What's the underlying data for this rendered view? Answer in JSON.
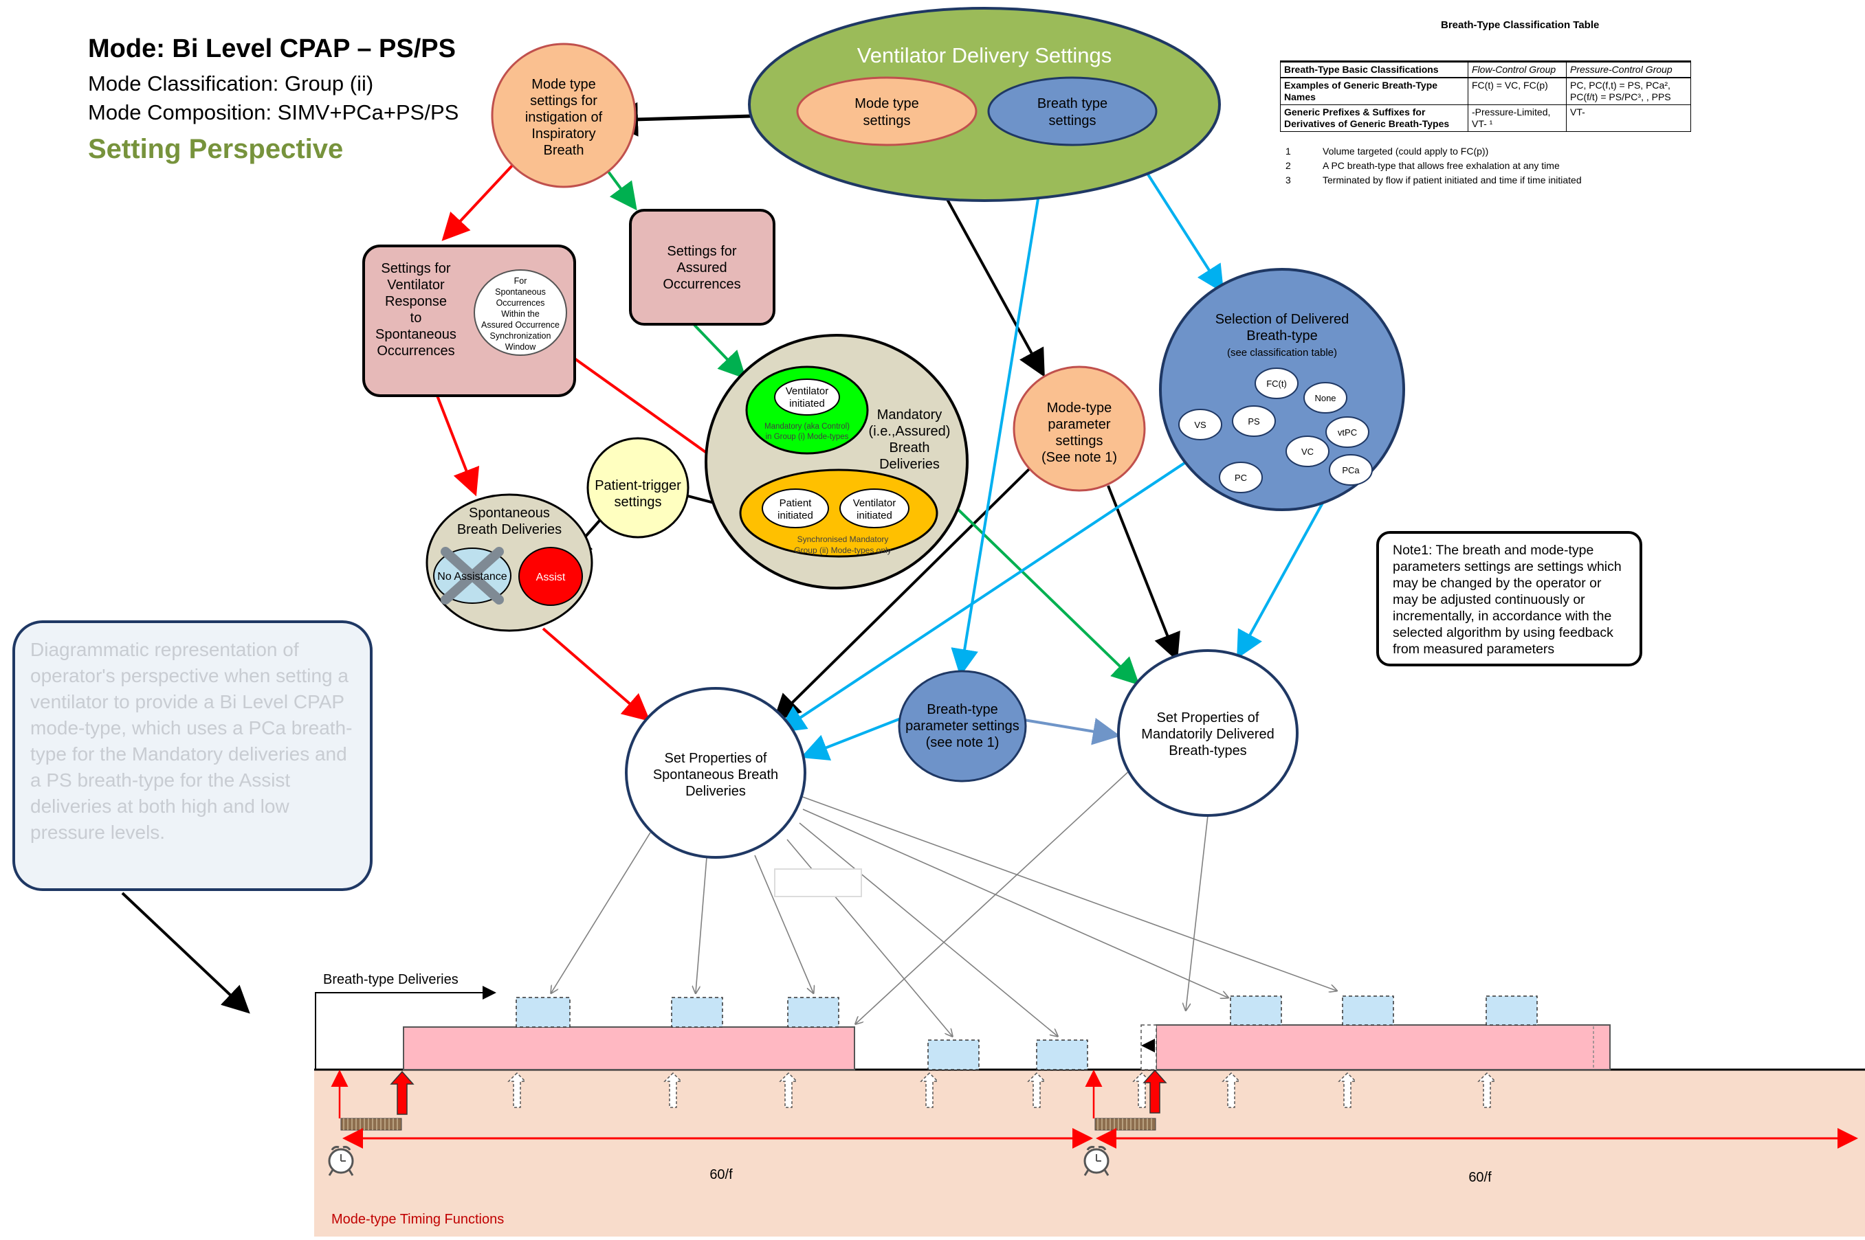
{
  "header": {
    "title": "Mode: Bi Level CPAP – PS/PS",
    "classification": "Mode Classification: Group (ii)",
    "composition": "Mode Composition: SIMV+PCa+PS/PS",
    "perspective": "Setting Perspective"
  },
  "colors": {
    "perspective_green": "#77933c",
    "vent_settings_green": "#9bbb59",
    "orange_node": "#fac090",
    "blue_node": "#6e93c9",
    "pink_box": "#e6b9b8",
    "mandatory_bg": "#ddd9c3",
    "patient_trigger": "#ffffc0",
    "ventilator_initiated_green": "#00ff00",
    "synchronised_yellow": "#ffc000",
    "assist_red": "#ff0000",
    "timing_band": "#f8dccb",
    "mandatory_bar": "#ffb8c2",
    "spont_box": "#c6e4f7",
    "cyan_arrow": "#00b0f0",
    "red_arrow": "#ff0000",
    "green_arrow": "#00b050"
  },
  "nodes": {
    "ventilator_delivery_settings": "Ventilator Delivery Settings",
    "mode_type_settings": [
      "Mode type",
      "settings"
    ],
    "breath_type_settings": [
      "Breath type",
      "settings"
    ],
    "mode_type_instigation": [
      "Mode type",
      "settings for",
      "instigation of",
      "Inspiratory",
      "Breath"
    ],
    "settings_ventilator_response": [
      "Settings for",
      "Ventilator",
      "Response",
      "to",
      "Spontaneous",
      "Occurrences"
    ],
    "for_spontaneous": [
      "For",
      "Spontaneous",
      "Occurrences",
      "Within the",
      "Assured Occurrence",
      "Synchronization",
      "Window"
    ],
    "settings_assured": [
      "Settings for",
      "Assured",
      "Occurrences"
    ],
    "mandatory_deliveries": [
      "Mandatory",
      "(i.e.,Assured)",
      "Breath",
      "Deliveries"
    ],
    "ventilator_initiated": [
      "Ventilator",
      "initiated"
    ],
    "mandatory_group_i": [
      "Mandatory (aka Control)",
      "in Group (i) Mode-types"
    ],
    "patient_initiated": [
      "Patient",
      "initiated"
    ],
    "ventilator_initiated_2": [
      "Ventilator",
      "initiated"
    ],
    "synchronised_group_ii": [
      "Synchronised Mandatory",
      "Group (ii) Mode-types only"
    ],
    "patient_trigger": [
      "Patient-trigger",
      "settings"
    ],
    "spontaneous_deliveries": [
      "Spontaneous",
      "Breath Deliveries"
    ],
    "no_assistance": "No Assistance",
    "assist": "Assist",
    "mode_type_parameter": [
      "Mode-type",
      "parameter",
      "settings",
      "(See note 1)"
    ],
    "selection_delivered": [
      "Selection of Delivered",
      "Breath-type"
    ],
    "see_classification": "(see classification table)",
    "breath_type_parameter": [
      "Breath-type",
      "parameter settings",
      "(see note 1)"
    ],
    "set_props_spontaneous": [
      "Set Properties of",
      "Spontaneous Breath",
      "Deliveries"
    ],
    "set_props_mandatory": [
      "Set Properties of",
      "Mandatorily Delivered",
      "Breath-types"
    ]
  },
  "breath_tags": [
    "FC(t)",
    "None",
    "VS",
    "PS",
    "vtPC",
    "VC",
    "PCa",
    "PC"
  ],
  "note1": "Note1:  The breath and mode-type parameters settings are settings which may be changed by the operator or may be adjusted continuously or incrementally, in accordance with the selected algorithm by using feedback from measured parameters",
  "description": "Diagrammatic representation of operator's perspective when setting a ventilator to provide a Bi Level CPAP mode-type, which uses a PCa breath-type  for the Mandatory deliveries and a PS breath-type for the Assist deliveries at both high and low pressure levels.",
  "classification_table": {
    "title": "Breath-Type Classification Table",
    "header": [
      "Breath-Type Basic Classifications",
      "Flow-Control Group",
      "Pressure-Control Group"
    ],
    "rows": [
      [
        "Examples of Generic Breath-Type Names",
        "FC(t) = VC, FC(p)",
        "PC, PC(f,t) = PS, PCa², PC(f/t) = PS/PC³, , PPS"
      ],
      [
        "Generic Prefixes & Suffixes for Derivatives of Generic Breath-Types",
        "-Pressure-Limited, VT- ¹",
        "VT-"
      ]
    ],
    "notes": [
      {
        "n": "1",
        "text": "Volume targeted (could apply to FC(p))"
      },
      {
        "n": "2",
        "text": "A PC breath-type that allows free exhalation at any time"
      },
      {
        "n": "3",
        "text": "Terminated by flow if patient initiated and time if time initiated"
      }
    ]
  },
  "timeline": {
    "breath_type_deliveries": "Breath-type Deliveries",
    "period_label_1": "60/f",
    "period_label_2": "60/f",
    "timing_functions": "Mode-type Timing Functions"
  }
}
